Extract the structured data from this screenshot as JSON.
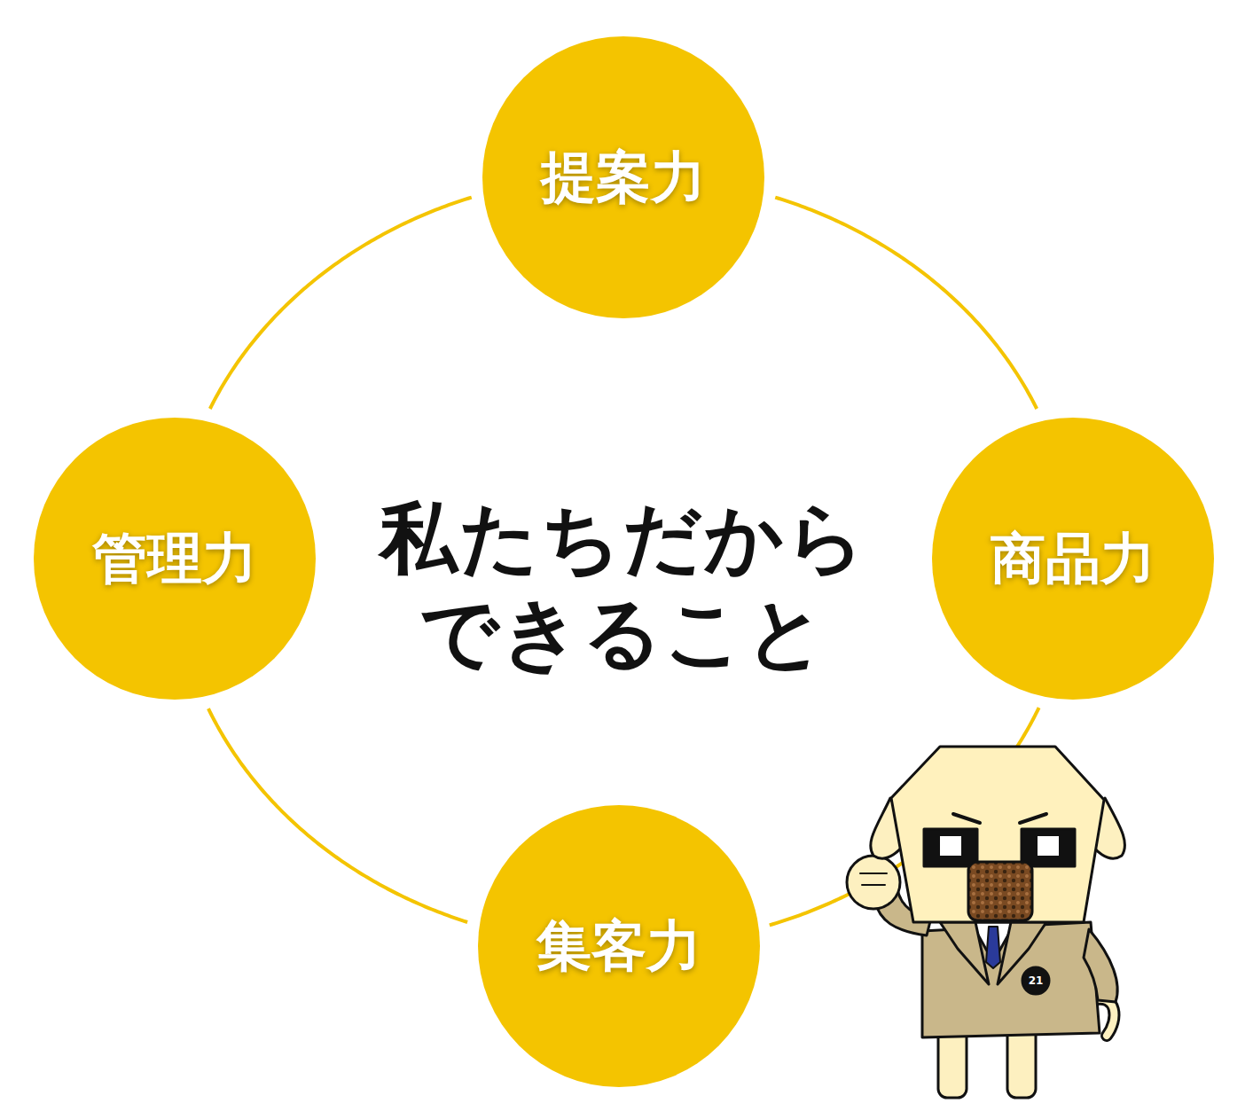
{
  "diagram": {
    "title": "私たちだから できること",
    "nodes": [
      {
        "text": [
          "提案力"
        ]
      },
      {
        "text": [
          "管理力"
        ]
      },
      {
        "text": [
          "商品力"
        ]
      },
      {
        "text": [
          "集客力"
        ]
      }
    ],
    "edges": [
      {
        "from": 0,
        "to": 2,
        "arrow": "none"
      },
      {
        "from": 2,
        "to": 3,
        "arrow": "none"
      },
      {
        "from": 3,
        "to": 1,
        "arrow": "none"
      },
      {
        "from": 1,
        "to": 0,
        "arrow": "none"
      }
    ],
    "labels": [
      "21"
    ]
  }
}
